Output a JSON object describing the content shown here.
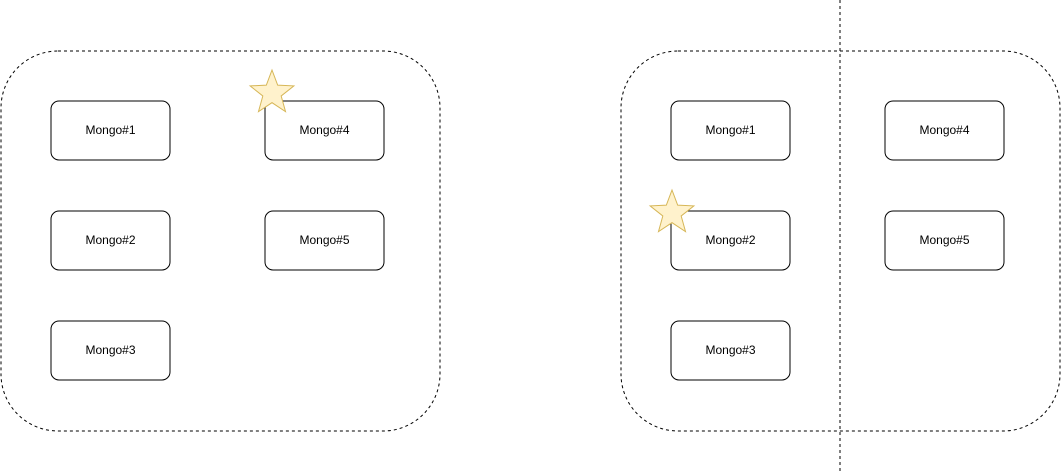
{
  "colors": {
    "star_fill": "#fff2cc",
    "star_stroke": "#d6b656",
    "line": "#000000"
  },
  "icons": {
    "primary_marker": "star-icon"
  },
  "left_cluster": {
    "nodes": [
      {
        "label": "Mongo#1",
        "primary": false
      },
      {
        "label": "Mongo#2",
        "primary": false
      },
      {
        "label": "Mongo#3",
        "primary": false
      },
      {
        "label": "Mongo#4",
        "primary": true
      },
      {
        "label": "Mongo#5",
        "primary": false
      }
    ]
  },
  "right_cluster": {
    "nodes": [
      {
        "label": "Mongo#1",
        "primary": false
      },
      {
        "label": "Mongo#2",
        "primary": true
      },
      {
        "label": "Mongo#3",
        "primary": false
      },
      {
        "label": "Mongo#4",
        "primary": false
      },
      {
        "label": "Mongo#5",
        "primary": false
      }
    ]
  }
}
